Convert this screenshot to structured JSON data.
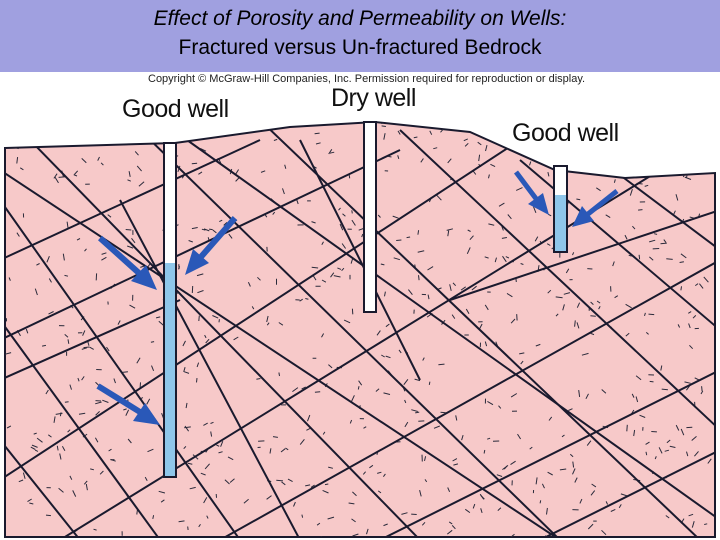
{
  "title": {
    "line1": "Effect of Porosity and Permeability on Wells:",
    "line2": "Fractured versus Un-fractured Bedrock"
  },
  "copyright": "Copyright © McGraw-Hill Companies, Inc. Permission required for reproduction or display.",
  "wells": [
    {
      "label": "Good well",
      "status": "water"
    },
    {
      "label": "Dry well",
      "status": "dry"
    },
    {
      "label": "Good well",
      "status": "water"
    }
  ],
  "colors": {
    "title_bar": "#a0a0e0",
    "bedrock": "#f7c9c9",
    "fracture": "#1a1a2e",
    "water": "#8fc6ea",
    "arrow": "#2a58b8"
  }
}
